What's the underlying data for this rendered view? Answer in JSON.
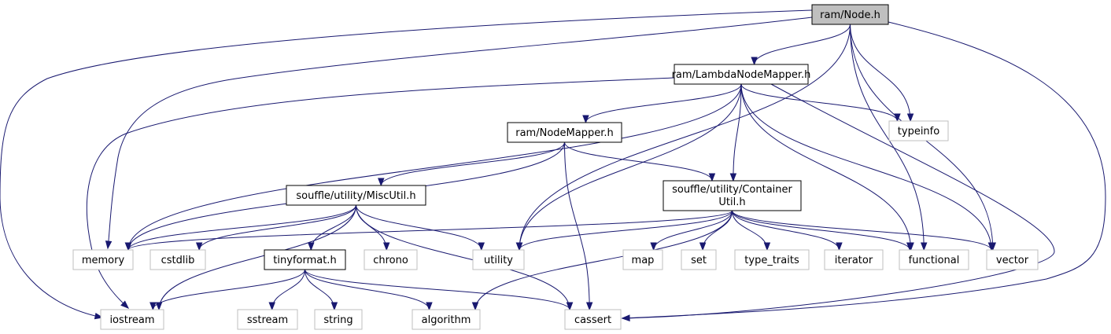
{
  "diagram": {
    "title": "ram/Node.h",
    "nodes": [
      {
        "id": "node",
        "label": "ram/Node.h"
      },
      {
        "id": "lambda",
        "label": "ram/LambdaNodeMapper.h"
      },
      {
        "id": "nodemapper",
        "label": "ram/NodeMapper.h"
      },
      {
        "id": "miscutil",
        "label": "souffle/utility/MiscUtil.h"
      },
      {
        "id": "container",
        "label": "souffle/utility/Container",
        "label2": "Util.h"
      },
      {
        "id": "tinyformat",
        "label": "tinyformat.h"
      },
      {
        "id": "typeinfo",
        "label": "typeinfo"
      },
      {
        "id": "memory",
        "label": "memory"
      },
      {
        "id": "cstdlib",
        "label": "cstdlib"
      },
      {
        "id": "chrono",
        "label": "chrono"
      },
      {
        "id": "utility",
        "label": "utility"
      },
      {
        "id": "map",
        "label": "map"
      },
      {
        "id": "set",
        "label": "set"
      },
      {
        "id": "type_traits",
        "label": "type_traits"
      },
      {
        "id": "iterator",
        "label": "iterator"
      },
      {
        "id": "functional",
        "label": "functional"
      },
      {
        "id": "vector",
        "label": "vector"
      },
      {
        "id": "iostream",
        "label": "iostream"
      },
      {
        "id": "sstream",
        "label": "sstream"
      },
      {
        "id": "string",
        "label": "string"
      },
      {
        "id": "algorithm",
        "label": "algorithm"
      },
      {
        "id": "cassert",
        "label": "cassert"
      }
    ],
    "edges": [
      [
        "node",
        "lambda"
      ],
      [
        "node",
        "typeinfo"
      ],
      [
        "node",
        "functional"
      ],
      [
        "node",
        "vector"
      ],
      [
        "node",
        "cassert"
      ],
      [
        "node",
        "utility"
      ],
      [
        "node",
        "memory"
      ],
      [
        "node",
        "iostream"
      ],
      [
        "lambda",
        "nodemapper"
      ],
      [
        "lambda",
        "container"
      ],
      [
        "lambda",
        "typeinfo"
      ],
      [
        "lambda",
        "utility"
      ],
      [
        "lambda",
        "memory"
      ],
      [
        "lambda",
        "iostream"
      ],
      [
        "lambda",
        "functional"
      ],
      [
        "lambda",
        "vector"
      ],
      [
        "lambda",
        "cassert"
      ],
      [
        "nodemapper",
        "miscutil"
      ],
      [
        "nodemapper",
        "container"
      ],
      [
        "nodemapper",
        "memory"
      ],
      [
        "nodemapper",
        "cassert"
      ],
      [
        "miscutil",
        "memory"
      ],
      [
        "miscutil",
        "cstdlib"
      ],
      [
        "miscutil",
        "tinyformat"
      ],
      [
        "miscutil",
        "chrono"
      ],
      [
        "miscutil",
        "utility"
      ],
      [
        "miscutil",
        "iostream"
      ],
      [
        "miscutil",
        "cassert"
      ],
      [
        "container",
        "memory"
      ],
      [
        "container",
        "utility"
      ],
      [
        "container",
        "map"
      ],
      [
        "container",
        "set"
      ],
      [
        "container",
        "type_traits"
      ],
      [
        "container",
        "iterator"
      ],
      [
        "container",
        "functional"
      ],
      [
        "container",
        "vector"
      ],
      [
        "container",
        "algorithm"
      ],
      [
        "tinyformat",
        "iostream"
      ],
      [
        "tinyformat",
        "sstream"
      ],
      [
        "tinyformat",
        "string"
      ],
      [
        "tinyformat",
        "algorithm"
      ],
      [
        "tinyformat",
        "cassert"
      ]
    ]
  }
}
